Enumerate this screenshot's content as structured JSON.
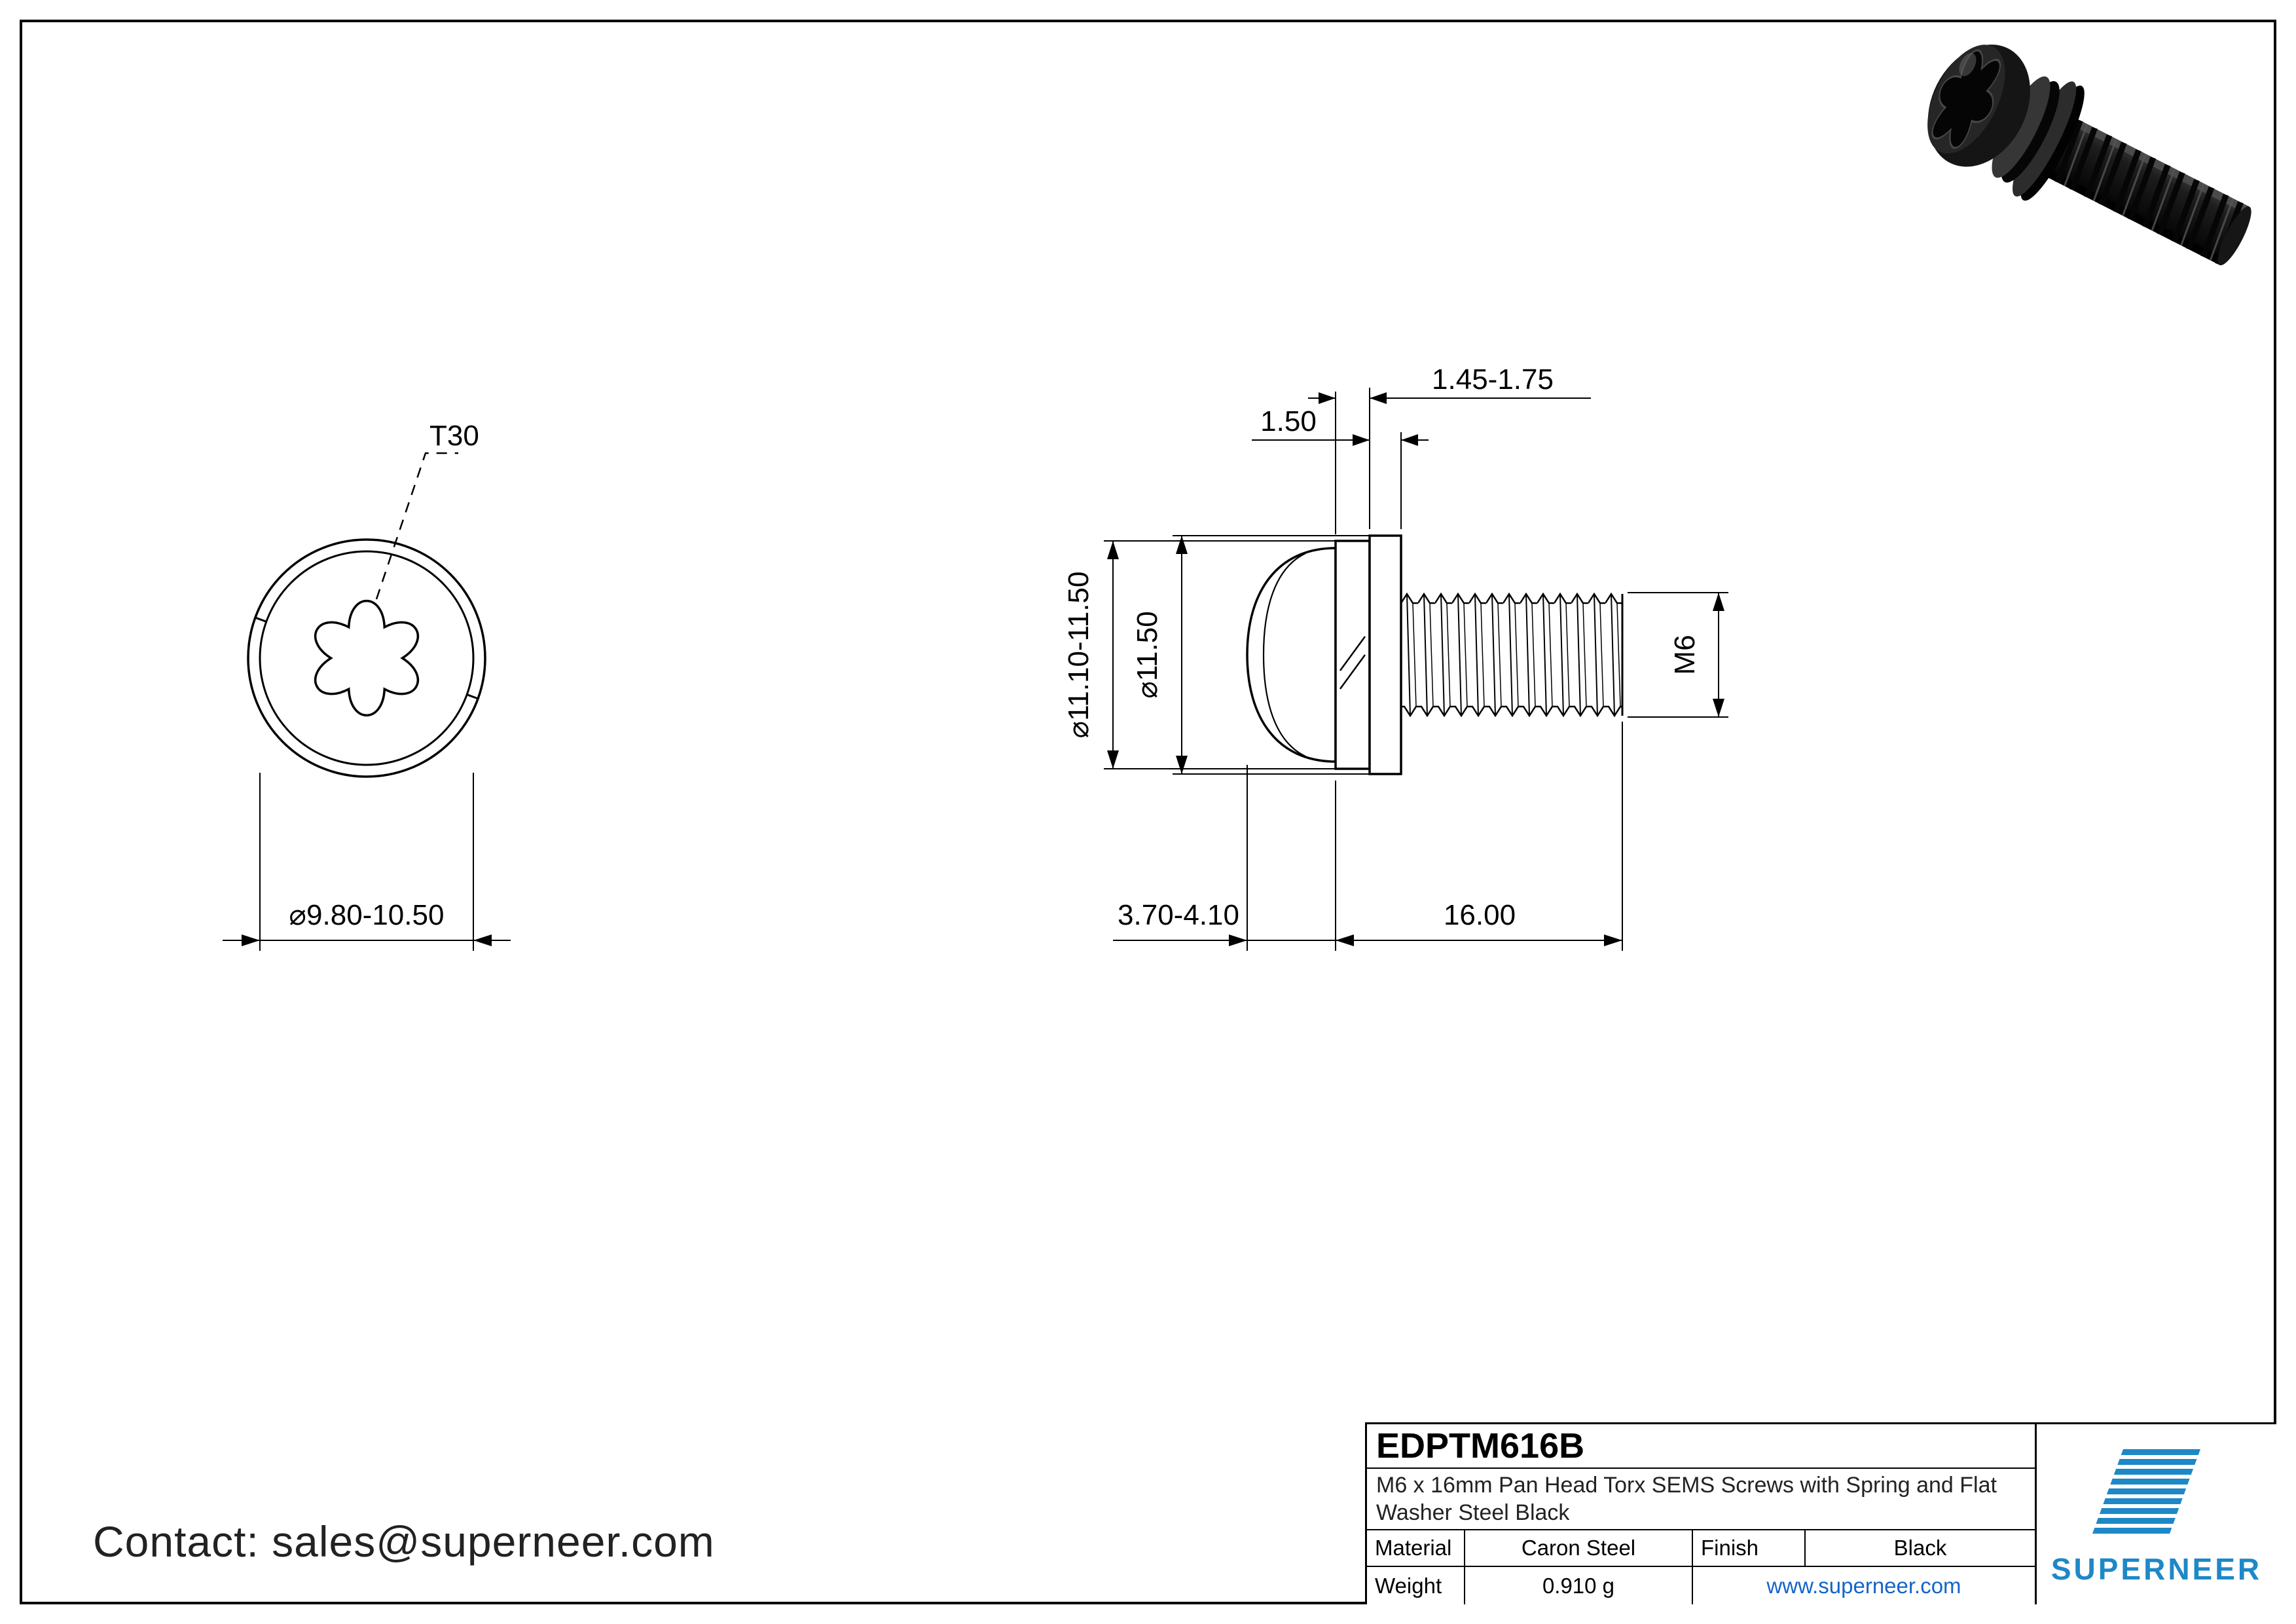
{
  "colors": {
    "brand_blue": "#1e88c7",
    "link_blue": "#1464c8",
    "line_black": "#000000"
  },
  "contact_text": "Contact: sales@superneer.com",
  "drawing": {
    "front_view": {
      "torx_label": "T30",
      "diameter": "⌀9.80-10.50"
    },
    "side_view": {
      "flat_washer_thickness": "1.50",
      "spring_washer_thickness": "1.45-1.75",
      "spring_washer_od": "⌀11.10-11.50",
      "flat_washer_od": "⌀11.50",
      "thread_size": "M6",
      "head_height": "3.70-4.10",
      "thread_length": "16.00"
    }
  },
  "title_block": {
    "part_number": "EDPTM616B",
    "description": "M6 x 16mm Pan Head Torx SEMS Screws with Spring and Flat Washer Steel Black",
    "material_label": "Material",
    "material_value": "Caron Steel",
    "finish_label": "Finish",
    "finish_value": "Black",
    "weight_label": "Weight",
    "weight_value": "0.910 g",
    "website": "www.superneer.com",
    "brand": "SUPERNEER"
  }
}
